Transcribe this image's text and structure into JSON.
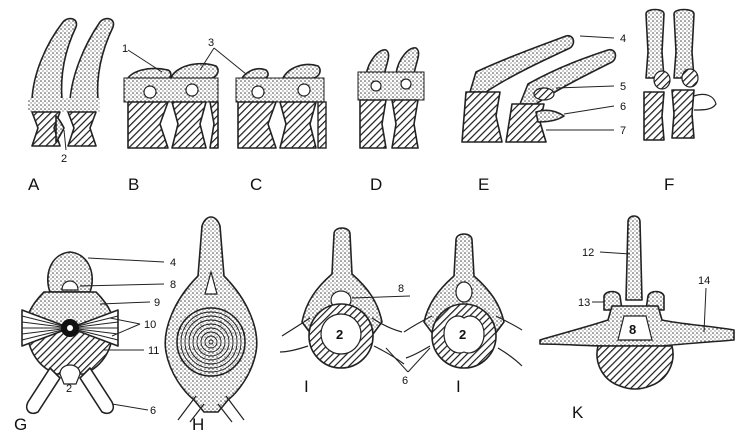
{
  "panel_letters": [
    "A",
    "B",
    "C",
    "D",
    "E",
    "F",
    "G",
    "H",
    "I",
    "I",
    "K"
  ],
  "numbers": {
    "n1": "1",
    "n2a": "2",
    "n3": "3",
    "n4e": "4",
    "n5": "5",
    "n6e": "6",
    "n7": "7",
    "n4g": "4",
    "n8g": "8",
    "n9": "9",
    "n10": "10",
    "n11": "11",
    "n2g": "2",
    "n6g": "6",
    "n8i": "8",
    "n2i1": "2",
    "n2i2": "2",
    "n6i": "6",
    "n12": "12",
    "n13": "13",
    "n14": "14",
    "n8k": "8"
  }
}
